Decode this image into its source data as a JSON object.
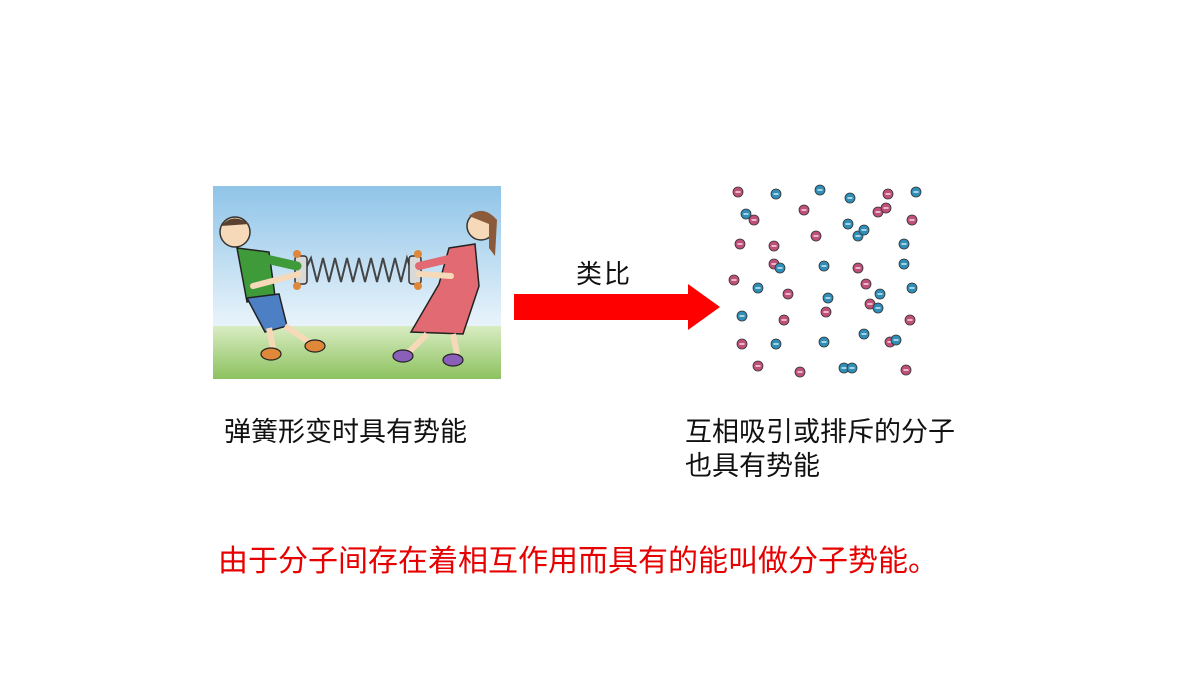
{
  "arrow": {
    "label": "类比",
    "color": "#ff0000"
  },
  "left_caption": "弹簧形变时具有势能",
  "right_caption": {
    "line1": "互相吸引或排斥的分子",
    "line2": "也具有势能"
  },
  "conclusion": "由于分子间存在着相互作用而具有的能叫做分子势能。",
  "colors": {
    "conclusion": "#e60000",
    "molecule_pink": "#c0507a",
    "molecule_blue": "#2f8fb8"
  }
}
